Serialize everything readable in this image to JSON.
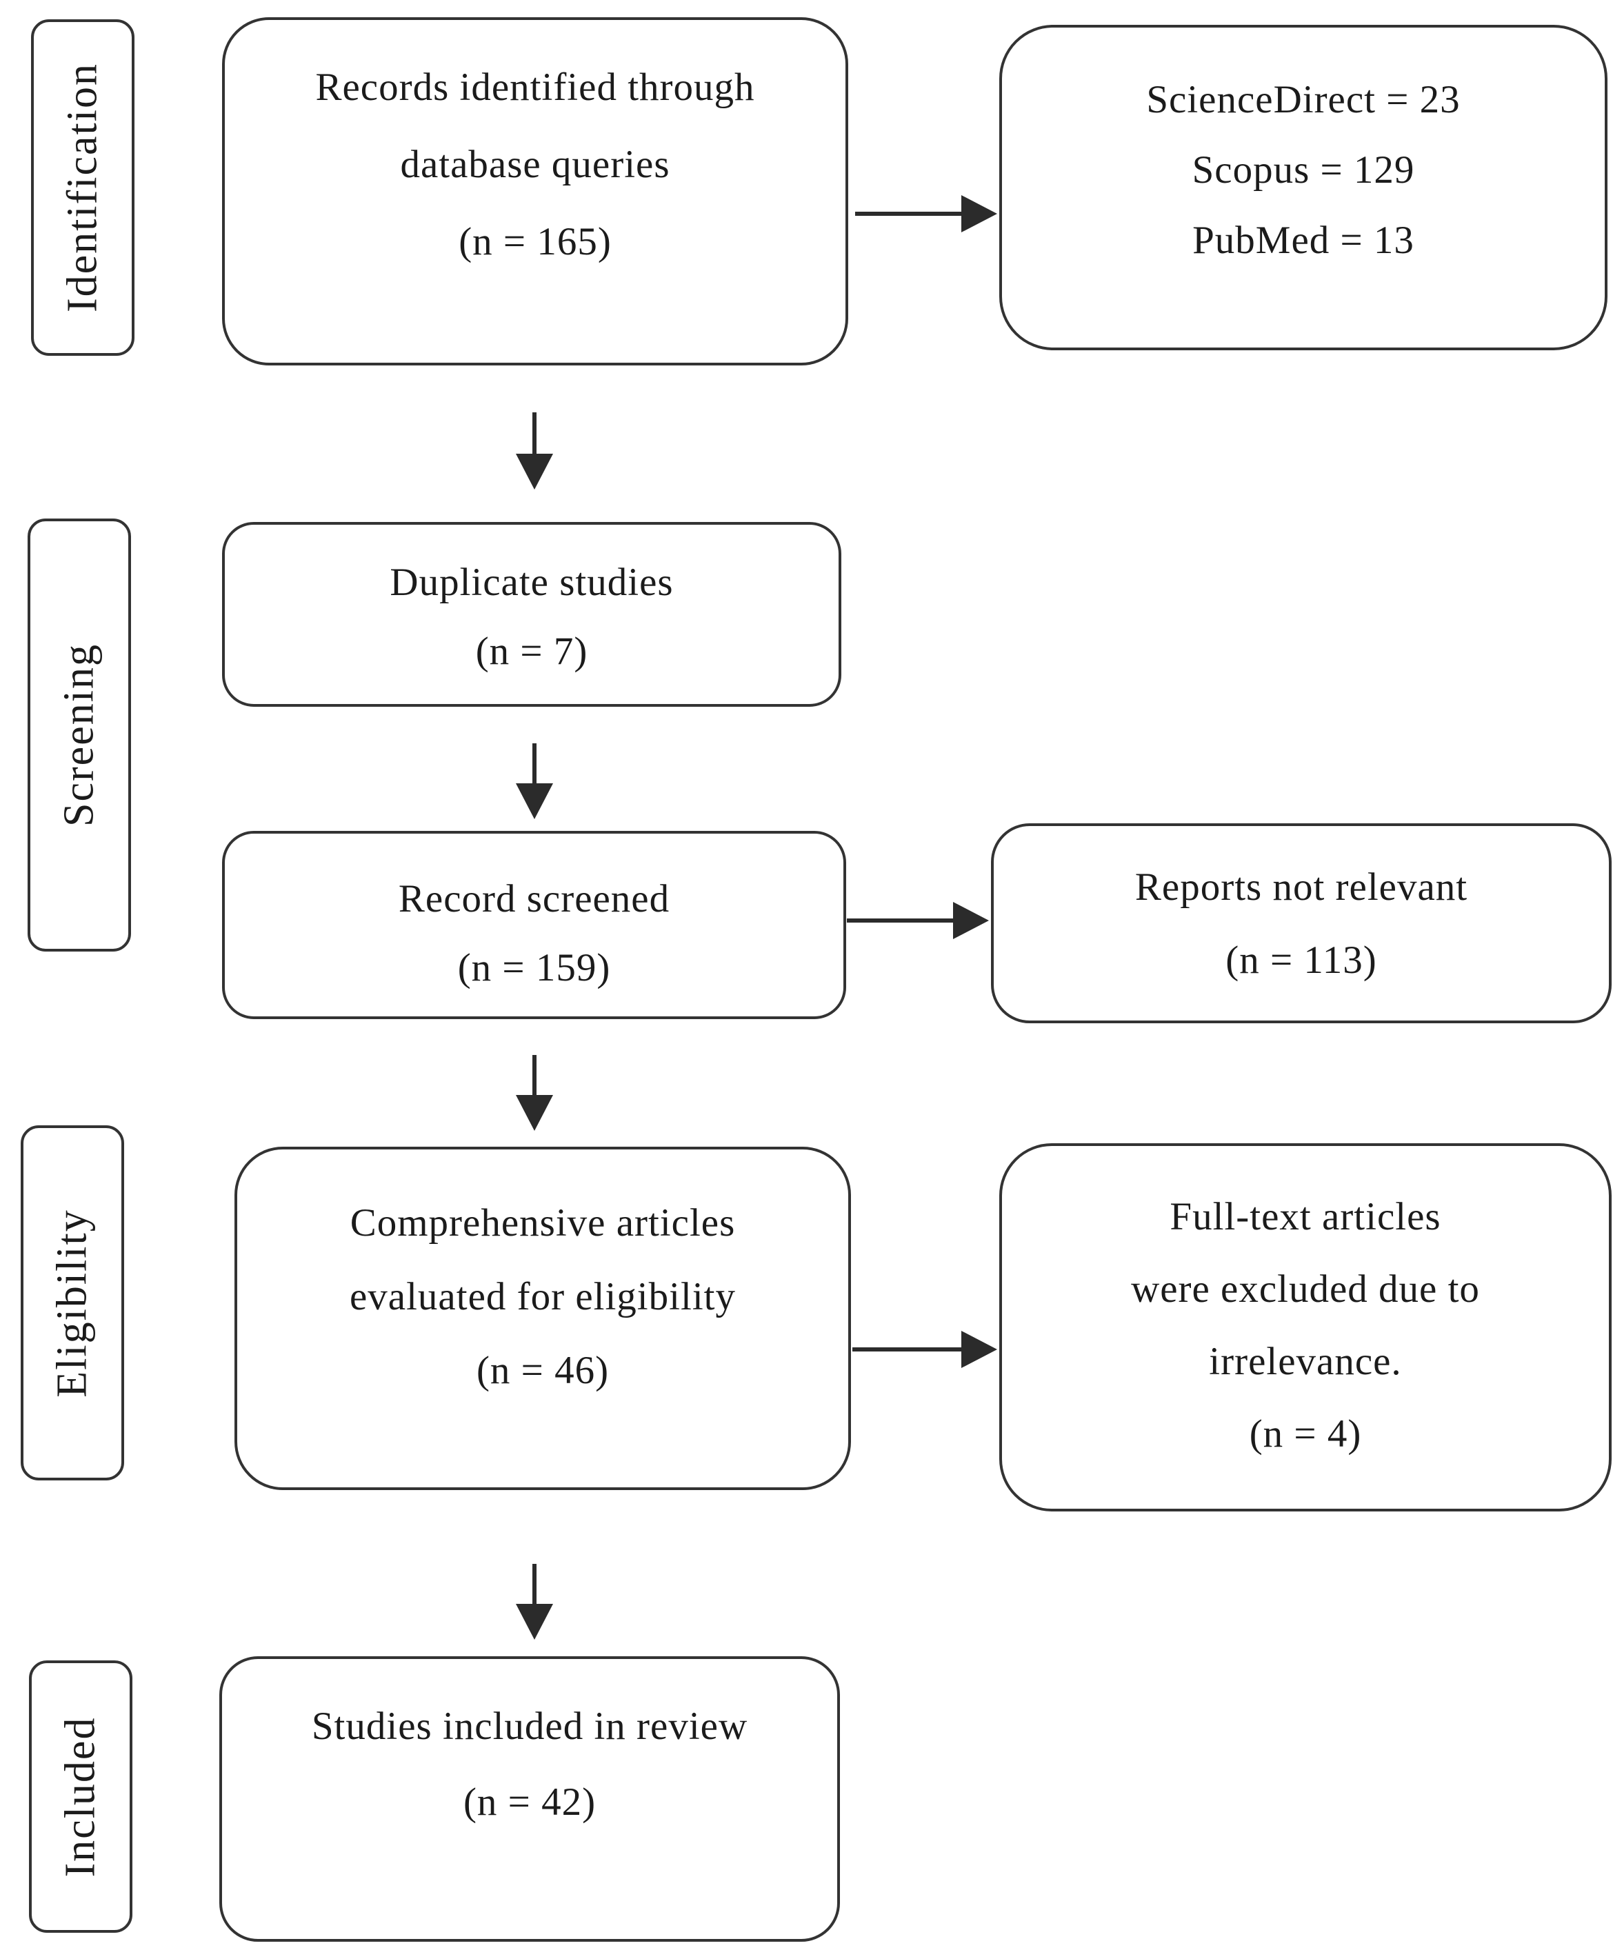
{
  "colors": {
    "background": "#ffffff",
    "line": "#2b2b2b",
    "border": "#333333",
    "text": "#1b1b1b"
  },
  "stages": [
    {
      "label": "Identification"
    },
    {
      "label": "Screening"
    },
    {
      "label": "Eligibility"
    },
    {
      "label": "Included"
    }
  ],
  "boxes": {
    "records": {
      "lines": [
        "Records identified through",
        "database queries",
        "(n = 165)"
      ]
    },
    "sources": {
      "lines": [
        "ScienceDirect = 23",
        "Scopus = 129",
        "PubMed = 13"
      ]
    },
    "duplicates": {
      "lines": [
        "Duplicate studies",
        "(n = 7)"
      ]
    },
    "screened": {
      "lines": [
        "Record screened",
        "(n = 159)"
      ]
    },
    "not_relevant": {
      "lines": [
        "Reports not relevant",
        "(n = 113)"
      ]
    },
    "eligible": {
      "lines": [
        "Comprehensive articles",
        "evaluated for eligibility",
        "(n = 46)"
      ]
    },
    "excluded": {
      "lines": [
        "Full-text articles",
        "were excluded due to",
        "irrelevance.",
        "(n = 4)"
      ]
    },
    "included": {
      "lines": [
        "Studies included in review",
        "(n = 42)"
      ]
    }
  }
}
